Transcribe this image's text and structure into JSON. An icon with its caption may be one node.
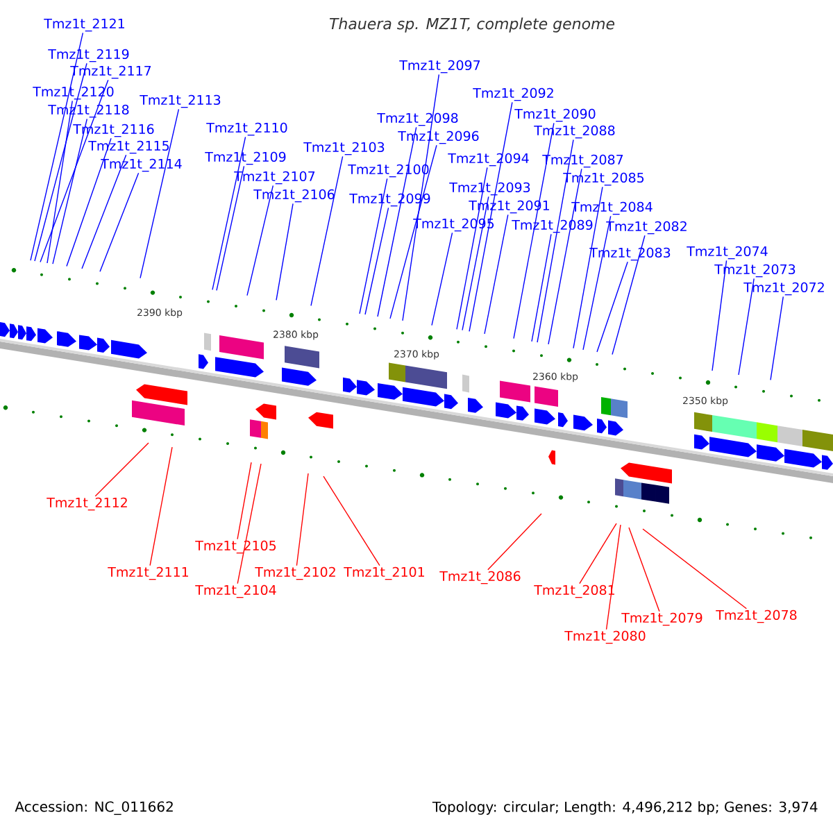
{
  "diagram": {
    "title": "*Thauera sp. MZ1T, complete genome*",
    "nodes": [
      {
        "text": [
          "Tmz1t_2121"
        ]
      },
      {
        "text": [
          "Tmz1t_2119"
        ]
      },
      {
        "text": [
          "Tmz1t_2117"
        ]
      },
      {
        "text": [
          "Tmz1t_2120"
        ]
      },
      {
        "text": [
          "Tmz1t_2118"
        ]
      },
      {
        "text": [
          "Tmz1t_2116"
        ]
      },
      {
        "text": [
          "Tmz1t_2115"
        ]
      },
      {
        "text": [
          "Tmz1t_2114"
        ]
      },
      {
        "text": [
          "Tmz1t_2113"
        ]
      },
      {
        "text": [
          "Tmz1t_2110"
        ]
      },
      {
        "text": [
          "Tmz1t_2109"
        ]
      },
      {
        "text": [
          "Tmz1t_2107"
        ]
      },
      {
        "text": [
          "Tmz1t_2106"
        ]
      },
      {
        "text": [
          "Tmz1t_2103"
        ]
      },
      {
        "text": [
          "Tmz1t_2100"
        ]
      },
      {
        "text": [
          "Tmz1t_2099"
        ]
      },
      {
        "text": [
          "Tmz1t_2098"
        ]
      },
      {
        "text": [
          "Tmz1t_2096"
        ]
      },
      {
        "text": [
          "Tmz1t_2097"
        ]
      },
      {
        "text": [
          "Tmz1t_2095"
        ]
      },
      {
        "text": [
          "Tmz1t_2094"
        ]
      },
      {
        "text": [
          "Tmz1t_2093"
        ]
      },
      {
        "text": [
          "Tmz1t_2092"
        ]
      },
      {
        "text": [
          "Tmz1t_2091"
        ]
      },
      {
        "text": [
          "Tmz1t_2090"
        ]
      },
      {
        "text": [
          "Tmz1t_2089"
        ]
      },
      {
        "text": [
          "Tmz1t_2088"
        ]
      },
      {
        "text": [
          "Tmz1t_2087"
        ]
      },
      {
        "text": [
          "Tmz1t_2085"
        ]
      },
      {
        "text": [
          "Tmz1t_2084"
        ]
      },
      {
        "text": [
          "Tmz1t_2082"
        ]
      },
      {
        "text": [
          "Tmz1t_2083"
        ]
      },
      {
        "text": [
          "Tmz1t_2074"
        ]
      },
      {
        "text": [
          "Tmz1t_2073"
        ]
      },
      {
        "text": [
          "Tmz1t_2072"
        ]
      },
      {
        "text": [
          "Tmz1t_2112"
        ]
      },
      {
        "text": [
          "Tmz1t_2111"
        ]
      },
      {
        "text": [
          "Tmz1t_2105"
        ]
      },
      {
        "text": [
          "Tmz1t_2104"
        ]
      },
      {
        "text": [
          "Tmz1t_2102"
        ]
      },
      {
        "text": [
          "Tmz1t_2101"
        ]
      },
      {
        "text": [
          "Tmz1t_2086"
        ]
      },
      {
        "text": [
          "Tmz1t_2081"
        ]
      },
      {
        "text": [
          "Tmz1t_2080"
        ]
      },
      {
        "text": [
          "Tmz1t_2079"
        ]
      },
      {
        "text": [
          "Tmz1t_2078"
        ]
      }
    ],
    "edges": [
      {
        "from": 0,
        "to": null,
        "arrow": "none"
      },
      {
        "from": 1,
        "to": null,
        "arrow": "none"
      },
      {
        "from": 2,
        "to": null,
        "arrow": "none"
      },
      {
        "from": 3,
        "to": null,
        "arrow": "none"
      },
      {
        "from": 4,
        "to": null,
        "arrow": "none"
      },
      {
        "from": 5,
        "to": null,
        "arrow": "none"
      },
      {
        "from": 6,
        "to": null,
        "arrow": "none"
      },
      {
        "from": 7,
        "to": null,
        "arrow": "none"
      },
      {
        "from": 8,
        "to": null,
        "arrow": "none"
      },
      {
        "from": 9,
        "to": null,
        "arrow": "none"
      },
      {
        "from": 10,
        "to": null,
        "arrow": "none"
      },
      {
        "from": 11,
        "to": null,
        "arrow": "none"
      },
      {
        "from": 12,
        "to": null,
        "arrow": "none"
      },
      {
        "from": 13,
        "to": null,
        "arrow": "none"
      },
      {
        "from": 14,
        "to": null,
        "arrow": "none"
      },
      {
        "from": 15,
        "to": null,
        "arrow": "none"
      },
      {
        "from": 16,
        "to": null,
        "arrow": "none"
      },
      {
        "from": 17,
        "to": null,
        "arrow": "none"
      },
      {
        "from": 18,
        "to": null,
        "arrow": "none"
      },
      {
        "from": 19,
        "to": null,
        "arrow": "none"
      },
      {
        "from": 20,
        "to": null,
        "arrow": "none"
      },
      {
        "from": 21,
        "to": null,
        "arrow": "none"
      },
      {
        "from": 22,
        "to": null,
        "arrow": "none"
      },
      {
        "from": 23,
        "to": null,
        "arrow": "none"
      },
      {
        "from": 24,
        "to": null,
        "arrow": "none"
      },
      {
        "from": 25,
        "to": null,
        "arrow": "none"
      },
      {
        "from": 26,
        "to": null,
        "arrow": "none"
      },
      {
        "from": 27,
        "to": null,
        "arrow": "none"
      },
      {
        "from": 28,
        "to": null,
        "arrow": "none"
      },
      {
        "from": 29,
        "to": null,
        "arrow": "none"
      },
      {
        "from": 30,
        "to": null,
        "arrow": "none"
      },
      {
        "from": 31,
        "to": null,
        "arrow": "none"
      },
      {
        "from": 32,
        "to": null,
        "arrow": "none"
      },
      {
        "from": 33,
        "to": null,
        "arrow": "none"
      },
      {
        "from": 34,
        "to": null,
        "arrow": "none"
      },
      {
        "from": 35,
        "to": null,
        "arrow": "none",
        "color": "#ff0000"
      },
      {
        "from": 36,
        "to": null,
        "arrow": "none",
        "color": "#ff0000"
      },
      {
        "from": 37,
        "to": null,
        "arrow": "none",
        "color": "#ff0000"
      },
      {
        "from": 38,
        "to": null,
        "arrow": "none",
        "color": "#ff0000"
      },
      {
        "from": 39,
        "to": null,
        "arrow": "none",
        "color": "#ff0000"
      },
      {
        "from": 40,
        "to": null,
        "arrow": "none",
        "color": "#ff0000"
      },
      {
        "from": 41,
        "to": null,
        "arrow": "none",
        "color": "#ff0000"
      },
      {
        "from": 42,
        "to": null,
        "arrow": "none",
        "color": "#ff0000"
      },
      {
        "from": 43,
        "to": null,
        "arrow": "none",
        "color": "#ff0000"
      },
      {
        "from": 44,
        "to": null,
        "arrow": "none",
        "color": "#ff0000"
      },
      {
        "from": 45,
        "to": null,
        "arrow": "none",
        "color": "#ff0000"
      }
    ],
    "labels": [
      "2390 kbp",
      "2380 kbp",
      "2370 kbp",
      "2360 kbp",
      "2350 kbp",
      "Accession: NC_011662",
      "Topology: circular; Length: 4,496,212 bp; Genes: 3,974"
    ]
  }
}
